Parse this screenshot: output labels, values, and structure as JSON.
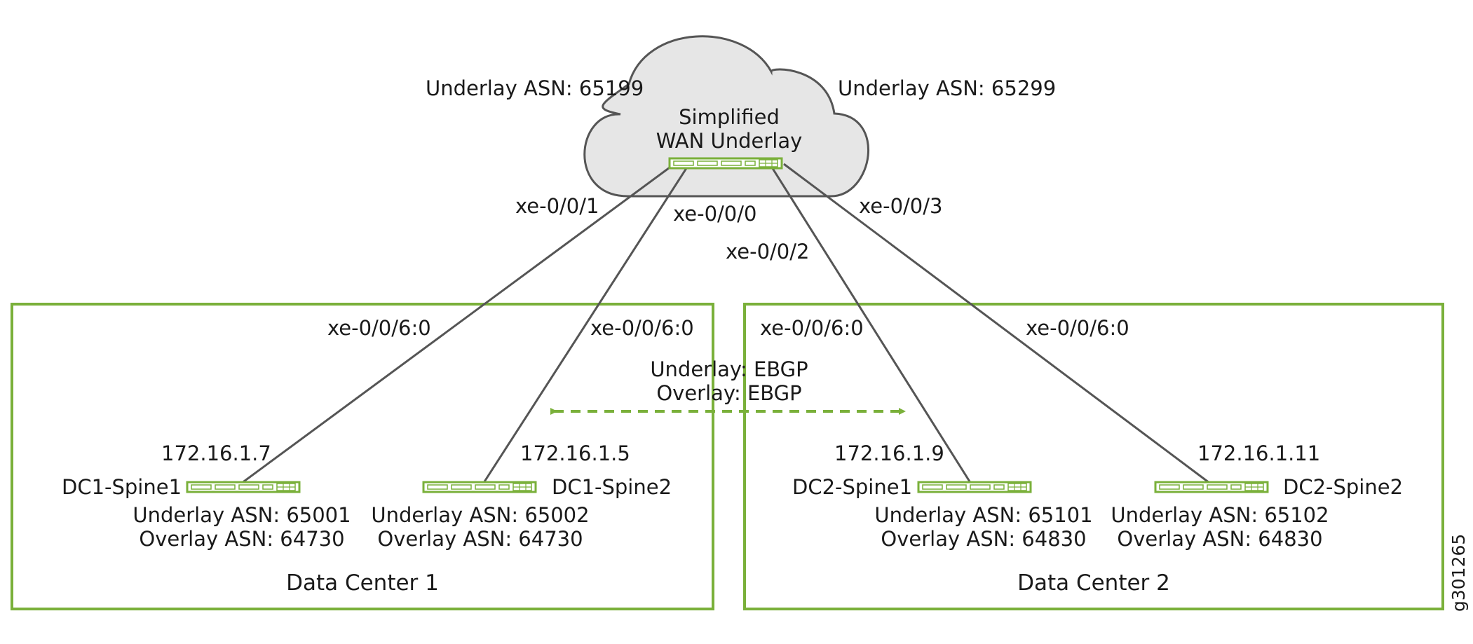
{
  "wan": {
    "title_line1": "Simplified",
    "title_line2": "WAN Underlay",
    "asn_left": "Underlay ASN: 65199",
    "asn_right": "Underlay ASN: 65299",
    "ports": {
      "p1": "xe-0/0/1",
      "p0": "xe-0/0/0",
      "p2": "xe-0/0/2",
      "p3": "xe-0/0/3"
    }
  },
  "peering": {
    "underlay": "Underlay: EBGP",
    "overlay": "Overlay: EBGP"
  },
  "datacenters": [
    {
      "title": "Data Center 1",
      "spines": [
        {
          "name": "DC1-Spine1",
          "ip": "172.16.1.7",
          "port": "xe-0/0/6:0",
          "underlay_asn": "Underlay ASN: 65001",
          "overlay_asn": "Overlay ASN: 64730"
        },
        {
          "name": "DC1-Spine2",
          "ip": "172.16.1.5",
          "port": "xe-0/0/6:0",
          "underlay_asn": "Underlay ASN: 65002",
          "overlay_asn": "Overlay ASN: 64730"
        }
      ]
    },
    {
      "title": "Data Center 2",
      "spines": [
        {
          "name": "DC2-Spine1",
          "ip": "172.16.1.9",
          "port": "xe-0/0/6:0",
          "underlay_asn": "Underlay ASN: 65101",
          "overlay_asn": "Overlay ASN: 64830"
        },
        {
          "name": "DC2-Spine2",
          "ip": "172.16.1.11",
          "port": "xe-0/0/6:0",
          "underlay_asn": "Underlay ASN: 65102",
          "overlay_asn": "Overlay ASN: 64830"
        }
      ]
    }
  ],
  "figure_id": "g301265",
  "colors": {
    "accent_green": "#7ab03a",
    "cloud_fill": "#e6e6e6",
    "cloud_stroke": "#555555",
    "link": "#555555"
  }
}
